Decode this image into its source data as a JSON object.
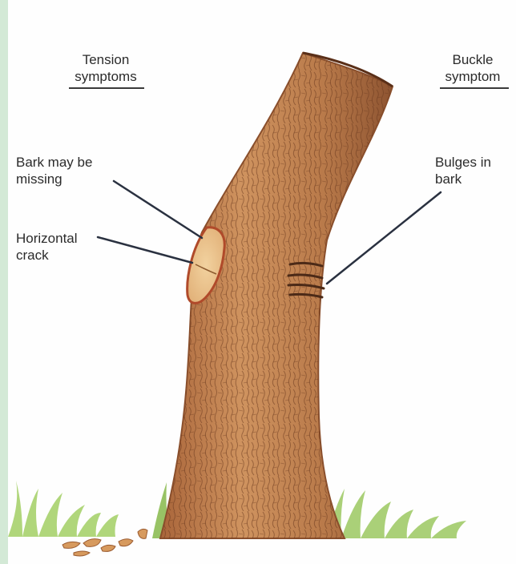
{
  "diagram": {
    "headings": {
      "tension": [
        "Tension",
        "symptoms"
      ],
      "buckle": [
        "Buckle",
        "symptom"
      ]
    },
    "labels": {
      "bark_missing": [
        "Bark may be",
        "missing"
      ],
      "horizontal_crack": [
        "Horizontal",
        "crack"
      ],
      "bulges": [
        "Bulges in",
        "bark"
      ]
    }
  },
  "colors": {
    "frame_green": "#d3e9d6",
    "panel": "#fefefe",
    "bark_light": "#c98a5a",
    "bark_dark": "#7a4326",
    "exposed_wood": "#ecc58f",
    "wound_edge": "#b04a2a",
    "grass": "#8fbf4e",
    "leader_line": "#2a3140"
  }
}
